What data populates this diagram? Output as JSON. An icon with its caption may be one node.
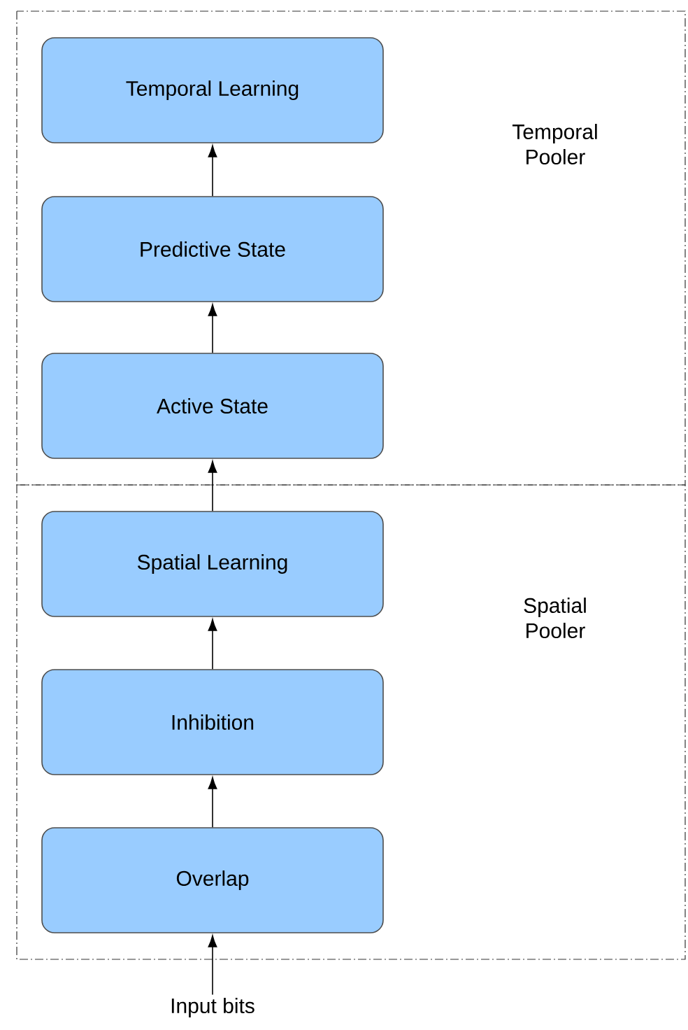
{
  "diagram": {
    "nodes": [
      {
        "text": [
          "Temporal Pooler"
        ]
      },
      {
        "text": [
          "Temporal Learning"
        ],
        "in": 0
      },
      {
        "text": [
          "Predictive State"
        ],
        "in": 0
      },
      {
        "text": [
          "Active State"
        ],
        "in": 0
      },
      {
        "text": [
          "Spatial Pooler"
        ]
      },
      {
        "text": [
          "Spatial Learning"
        ],
        "in": 4
      },
      {
        "text": [
          "Inhibition"
        ],
        "in": 4
      },
      {
        "text": [
          "Overlap"
        ],
        "in": 4
      },
      {
        "text": [
          "Input bits"
        ]
      }
    ],
    "edges": [
      {
        "from": 8,
        "to": 7,
        "arrow": "to"
      },
      {
        "from": 7,
        "to": 6,
        "arrow": "to"
      },
      {
        "from": 6,
        "to": 5,
        "arrow": "to"
      },
      {
        "from": 5,
        "to": 3,
        "arrow": "to"
      },
      {
        "from": 3,
        "to": 2,
        "arrow": "to"
      },
      {
        "from": 2,
        "to": 1,
        "arrow": "to"
      }
    ]
  }
}
